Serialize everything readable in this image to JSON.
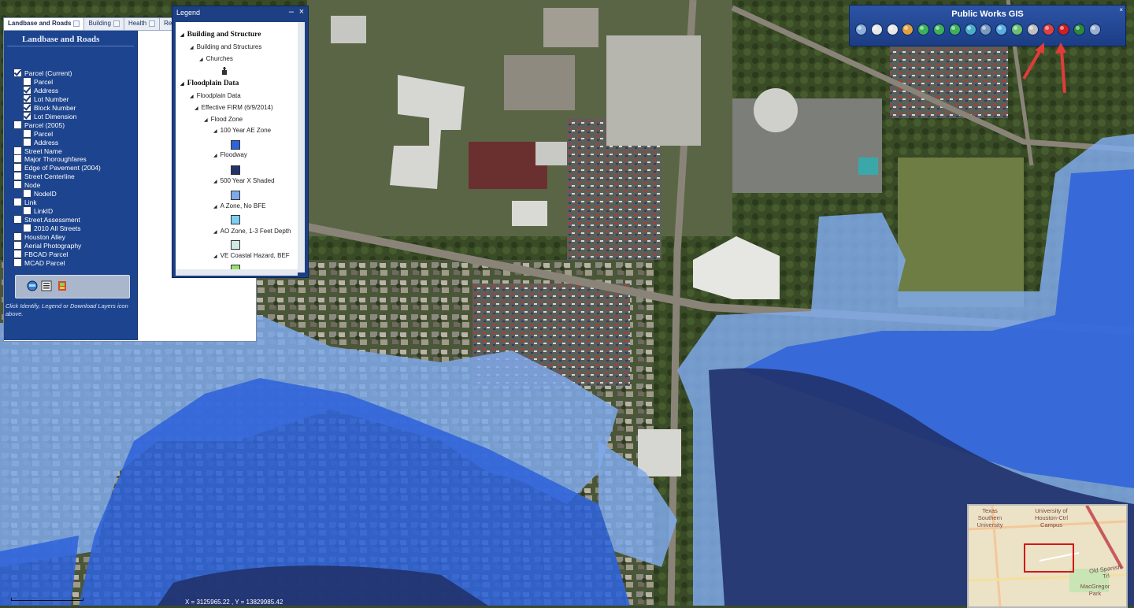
{
  "layer_panel": {
    "tabs": [
      {
        "label": "Landbase and Roads"
      },
      {
        "label": "Building"
      },
      {
        "label": "Health"
      },
      {
        "label": "Reference"
      }
    ],
    "title": "Landbase and Roads",
    "layers": [
      {
        "label": "Parcel (Current)",
        "checked": true
      },
      {
        "label": "Parcel",
        "checked": false
      },
      {
        "label": "Address",
        "checked": true
      },
      {
        "label": "Lot Number",
        "checked": true
      },
      {
        "label": "Block Number",
        "checked": true
      },
      {
        "label": "Lot Dimension",
        "checked": true
      },
      {
        "label": "Parcel (2005)",
        "checked": false
      },
      {
        "label": "Parcel",
        "checked": false
      },
      {
        "label": "Address",
        "checked": false
      },
      {
        "label": "Street Name",
        "checked": false
      },
      {
        "label": "Major Thoroughfares",
        "checked": false
      },
      {
        "label": "Edge of Pavement (2004)",
        "checked": false
      },
      {
        "label": "Street Centerline",
        "checked": false
      },
      {
        "label": "Node",
        "checked": false
      },
      {
        "label": "NodeID",
        "checked": false
      },
      {
        "label": "Link",
        "checked": false
      },
      {
        "label": "LinkID",
        "checked": false
      },
      {
        "label": "Street Assessment",
        "checked": false
      },
      {
        "label": "2010 All Streets",
        "checked": false
      },
      {
        "label": "Houston Alley",
        "checked": false
      },
      {
        "label": "Aerial Photography",
        "checked": false
      },
      {
        "label": "FBCAD Parcel",
        "checked": false
      },
      {
        "label": "MCAD Parcel",
        "checked": false
      }
    ],
    "hint": "Click Identify, Legend or Download Layers icon above.",
    "tools": [
      "identify-icon",
      "legend-icon",
      "download-layers-icon"
    ]
  },
  "legend": {
    "title": "Legend",
    "minimize": "–",
    "close": "×",
    "items": [
      {
        "label": "Building and Structure"
      },
      {
        "label": "Building and Structures"
      },
      {
        "label": "Churches"
      },
      {
        "label": "Floodplain Data"
      },
      {
        "label": "Floodplain Data"
      },
      {
        "label": "Effective FIRM (6/9/2014)"
      },
      {
        "label": "Flood Zone"
      },
      {
        "label": "100 Year AE Zone",
        "color": "#2f63d9"
      },
      {
        "label": "Floodway",
        "color": "#22336e"
      },
      {
        "label": "500 Year X Shaded",
        "color": "#7fa9ea"
      },
      {
        "label": "A Zone, No BFE",
        "color": "#7ccff0"
      },
      {
        "label": "AO Zone, 1-3 Feet Depth",
        "color": "#cfeae4"
      },
      {
        "label": "VE Coastal Hazard, BEF",
        "color": "#96e070"
      }
    ]
  },
  "toolbar": {
    "title": "Public Works GIS",
    "close": "×",
    "icons": [
      "pan-icon",
      "zoom-in-icon",
      "zoom-out-icon",
      "street-view-icon",
      "full-extent-icon",
      "previous-extent-icon",
      "next-extent-icon",
      "identify-icon",
      "layers-icon",
      "measure-icon",
      "select-icon",
      "print-icon",
      "clear-icon",
      "bookmark-icon",
      "globe-icon",
      "help-icon"
    ]
  },
  "overview": {
    "labels": [
      "Texas Southern University",
      "University of Houston-Ctrl Campus",
      "MacGregor Park",
      "Old Spanish Trl"
    ]
  },
  "coords": "X = 3125965.22 , Y = 13829985.42",
  "colors": {
    "floodway": "#22336e",
    "ae_zone": "#2f63d9",
    "x_shaded": "#7fa9ea",
    "panel_blue": "#1d448e"
  }
}
